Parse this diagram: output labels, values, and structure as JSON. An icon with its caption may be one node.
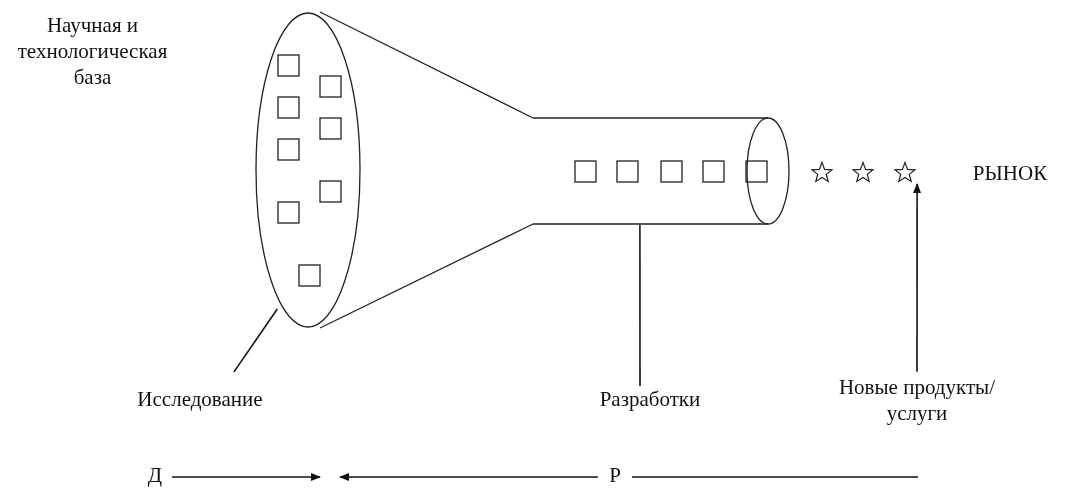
{
  "diagram": {
    "nodes": [
      {
        "text": [],
        "shape": "ellipse"
      },
      {
        "text": [],
        "shape": "cylinder"
      },
      {
        "text": [],
        "shape": "star"
      },
      {
        "text": [],
        "shape": "star"
      },
      {
        "text": [],
        "shape": "star"
      },
      {
        "text": [
          "Исследование"
        ]
      },
      {
        "text": [
          "Разработки"
        ]
      },
      {
        "text": [
          "Новые продукты/ услуги"
        ]
      },
      {
        "text": [
          "Д"
        ]
      },
      {
        "text": [
          "Р"
        ]
      }
    ],
    "edges": [
      {
        "from": 5,
        "to": 0,
        "arrow": "none"
      },
      {
        "from": 6,
        "to": 1,
        "arrow": "none"
      },
      {
        "from": 7,
        "to": 4,
        "arrow": "to"
      },
      {
        "from": 8,
        "to": null,
        "arrow": "to"
      },
      {
        "from": 9,
        "to": null,
        "arrow": "to"
      },
      {
        "from": 9,
        "to": null,
        "arrow": "none"
      }
    ],
    "labels": [
      "Научная и технологическая база",
      "РЫНОК"
    ]
  }
}
